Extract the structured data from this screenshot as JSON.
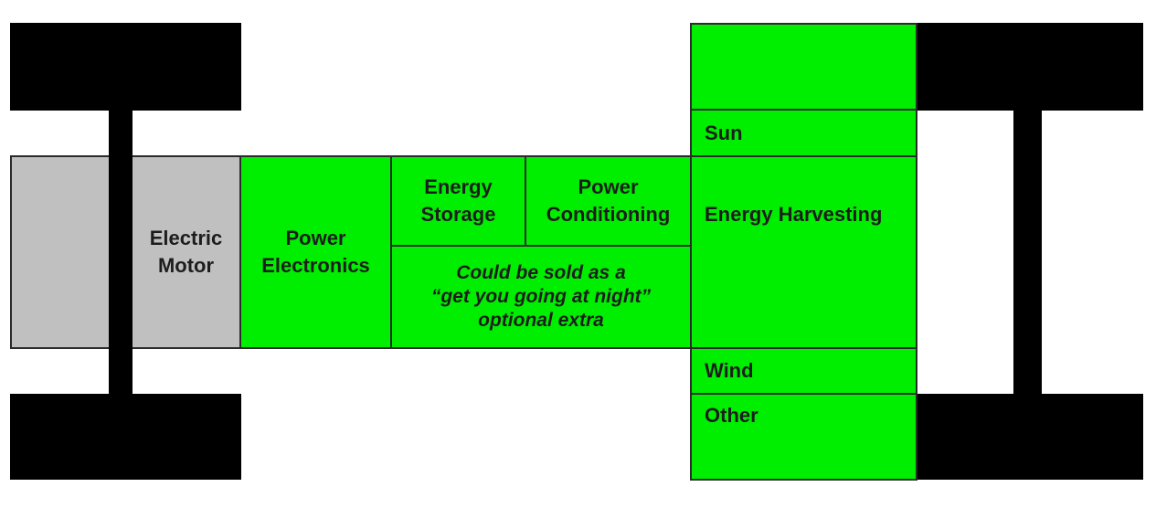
{
  "diagram": {
    "title": "",
    "blocks": {
      "electric_motor": "Electric\nMotor",
      "power_electronics": "Power\nElectronics",
      "energy_storage": "Energy\nStorage",
      "power_conditioning": "Power\nConditioning",
      "optional_note": "Could be sold as a\n“get you going at night”\noptional extra",
      "sun": "Sun",
      "energy_harvesting": "Energy Harvesting",
      "wind": "Wind",
      "other": "Other"
    },
    "colors": {
      "wheel": "#000000",
      "axle": "#000000",
      "motor_block": "#c0c0c0",
      "green_blocks": "#00ee00",
      "border": "#2a2a2a",
      "text": "#1d1d1d"
    }
  }
}
